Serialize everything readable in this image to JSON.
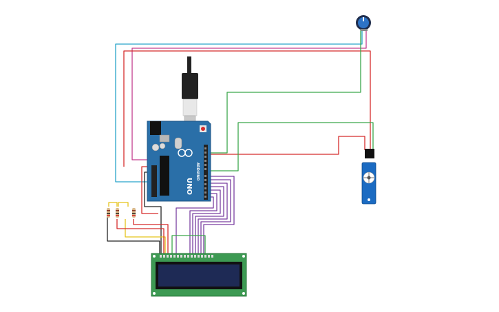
{
  "board": {
    "logo_text": "UNO",
    "brand_text": "ARDUINO"
  },
  "colors": {
    "board": "#2a6fa8",
    "board_dark": "#1e5586",
    "wire_red": "#d52b2b",
    "wire_green": "#3aa64a",
    "wire_purple": "#7a3fa0",
    "wire_cyan": "#27a3c9",
    "wire_black": "#222222",
    "wire_yellow": "#e5c319",
    "wire_pink": "#c43d8f",
    "lcd_pcb": "#3d9a53",
    "lcd_screen": "#1e2a55",
    "servo_body": "#1b6bc2"
  },
  "components": [
    {
      "id": "arduino",
      "icon": "arduino-uno-board"
    },
    {
      "id": "potentiometer",
      "icon": "potentiometer-knob-icon"
    },
    {
      "id": "servo",
      "icon": "micro-servo-icon"
    },
    {
      "id": "lcd",
      "icon": "lcd-16x2-display"
    },
    {
      "id": "resistors",
      "count": 3
    }
  ]
}
